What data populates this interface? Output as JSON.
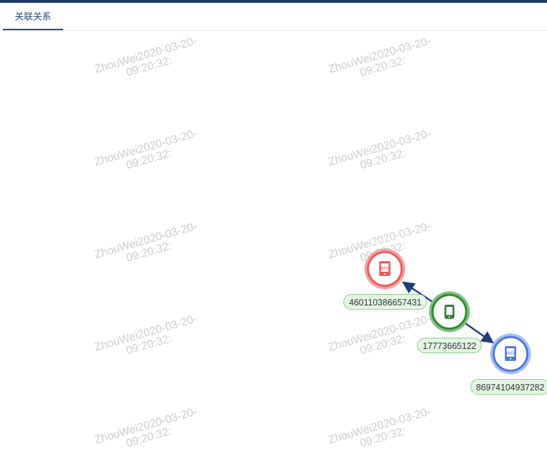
{
  "tabs": [
    {
      "label": "关联关系",
      "active": true
    }
  ],
  "watermark": {
    "line1": "ZhouWei2020-03-20-",
    "line2": "09:20:32:"
  },
  "colors": {
    "topbar": "#1f3a64",
    "tab_active": "#2b4a7a",
    "edge": "#1f3d7a",
    "imsi_node": "#ee5a5a",
    "phone_node": "#2e8b2e",
    "imei_node": "#4a78e0",
    "label_bg": "#e3f6e3",
    "label_border": "#8dcb8d"
  },
  "graph": {
    "nodes": [
      {
        "id": "imsi",
        "type": "IMSI",
        "icon": "phone-imsi-icon",
        "label": "460110386657431",
        "color": "#ee5a5a"
      },
      {
        "id": "phone",
        "type": "phone",
        "icon": "mobile-phone-icon",
        "label": "17773665122",
        "color": "#2e8b2e"
      },
      {
        "id": "imei",
        "type": "IMEI",
        "icon": "phone-imei-icon",
        "label": "86974104937282",
        "color": "#4a78e0"
      }
    ],
    "edges": [
      {
        "from": "phone",
        "to": "imsi"
      },
      {
        "from": "phone",
        "to": "imei"
      }
    ]
  }
}
